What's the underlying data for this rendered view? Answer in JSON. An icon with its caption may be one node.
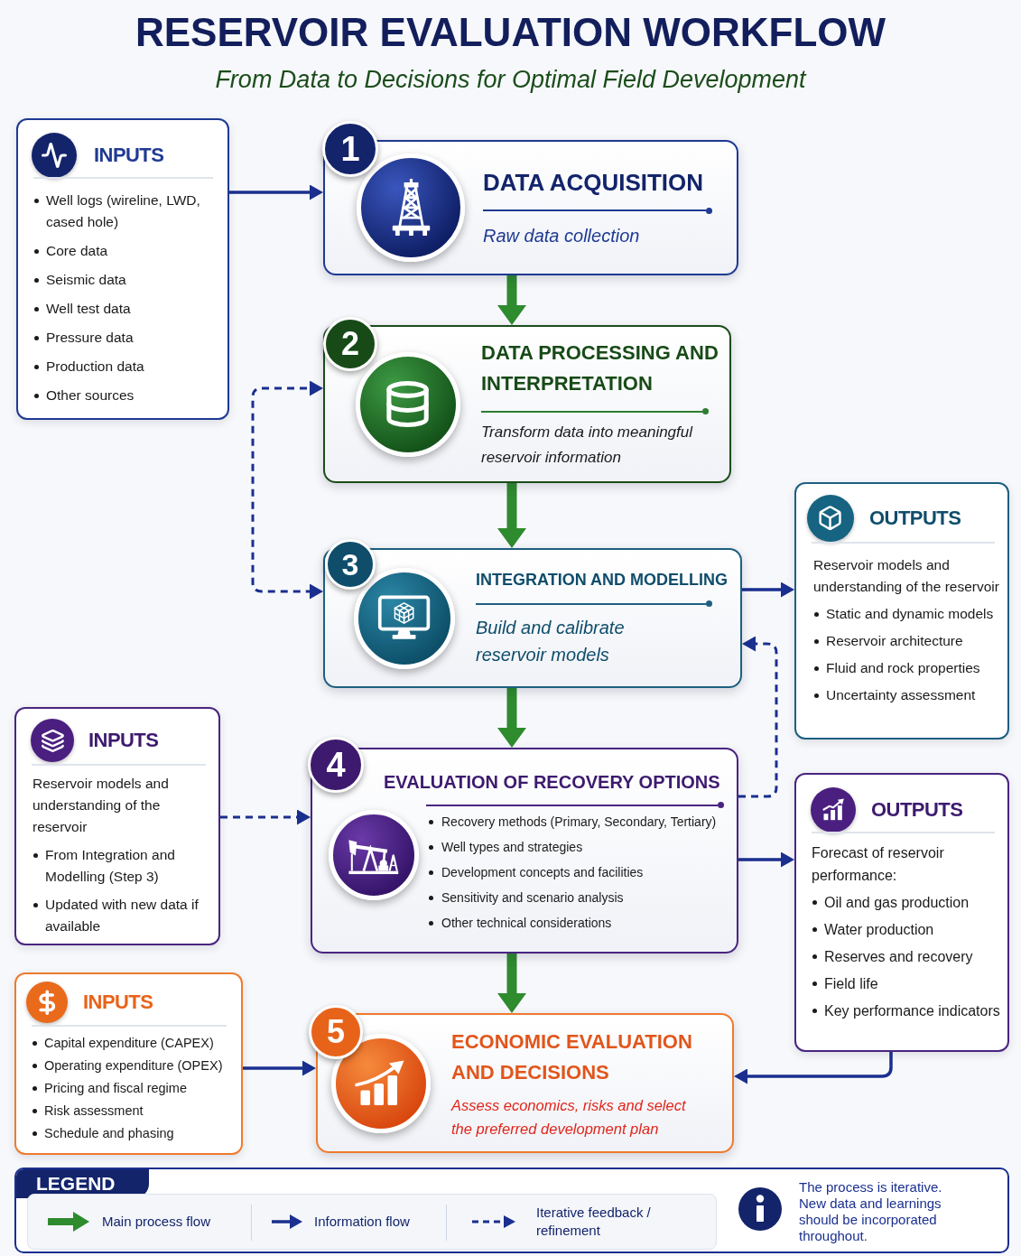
{
  "diagram": {
    "title": "RESERVOIR EVALUATION WORKFLOW",
    "nodes": [
      {
        "text": [
          "INPUTS",
          "Well logs (wireline, LWD, cased hole)",
          "Core data",
          "Seismic data",
          "Well test data",
          "Pressure data",
          "Production data",
          "Other sources"
        ]
      },
      {
        "text": [
          "1"
        ]
      },
      {
        "text": [
          "DATA ACQUISITION",
          "Raw data collection"
        ]
      },
      {
        "text": [
          "2"
        ]
      },
      {
        "text": [
          "DATA PROCESSING AND INTERPRETATION",
          "Transform data into meaningful reservoir information"
        ]
      },
      {
        "text": [
          "3"
        ]
      },
      {
        "text": [
          "INTEGRATION AND MODELLING",
          "Build and calibrate reservoir models"
        ]
      },
      {
        "text": [
          "OUTPUTS",
          "Reservoir models and understanding of the reservoir",
          "Static and dynamic models",
          "Reservoir architecture",
          "Fluid and rock properties",
          "Uncertainty assessment"
        ]
      },
      {
        "text": [
          "INPUTS",
          "Reservoir models and understanding of the reservoir",
          "From Integration and Modelling (Step 3)",
          "Updated with new data if available"
        ]
      },
      {
        "text": [
          "4"
        ]
      },
      {
        "text": [
          "EVALUATION OF RECOVERY OPTIONS",
          "Recovery methods (Primary, Secondary, Tertiary)",
          "Well types and strategies",
          "Development concepts and facilities",
          "Sensitivity and scenario analysis",
          "Other technical considerations"
        ]
      },
      {
        "text": [
          "OUTPUTS",
          "Forecast of reservoir performance:",
          "Oil and gas production",
          "Water production",
          "Reserves and recovery",
          "Field life",
          "Key performance indicators"
        ]
      },
      {
        "text": [
          "INPUTS",
          "Capital expenditure (CAPEX)",
          "Operating expenditure (OPEX)",
          "Pricing and fiscal regime",
          "Risk assessment",
          "Schedule and phasing"
        ]
      },
      {
        "text": [
          "5"
        ]
      },
      {
        "text": [
          "ECONOMIC EVALUATION AND DECISIONS",
          "Assess economics, risks and select the preferred development plan"
        ]
      }
    ],
    "edges": [
      {
        "from": 0,
        "to": 2,
        "arrow": "to"
      },
      {
        "from": 2,
        "to": 4,
        "arrow": "to",
        "style": "thick",
        "color": "#2e8b2e"
      },
      {
        "from": 4,
        "to": 6,
        "arrow": "both",
        "style": "dashed"
      },
      {
        "from": 4,
        "to": 6,
        "arrow": "to",
        "style": "thick",
        "color": "#2e8b2e"
      },
      {
        "from": 6,
        "to": 7,
        "arrow": "to"
      },
      {
        "from": 10,
        "to": 6,
        "arrow": "to",
        "style": "dashed"
      },
      {
        "from": 6,
        "to": 10,
        "arrow": "to",
        "style": "thick",
        "color": "#2e8b2e"
      },
      {
        "from": 8,
        "to": 10,
        "arrow": "to",
        "style": "dashed"
      },
      {
        "from": 10,
        "to": 11,
        "arrow": "to"
      },
      {
        "from": 10,
        "to": 14,
        "arrow": "to",
        "style": "thick",
        "color": "#2e8b2e"
      },
      {
        "from": 12,
        "to": 14,
        "arrow": "to"
      },
      {
        "from": 11,
        "to": 14,
        "arrow": "to"
      }
    ],
    "labels": [
      "From Data to Decisions for Optimal Field Development",
      "LEGEND",
      "The process is iterative. New data and learnings should be incorporated throughout."
    ],
    "legend": [
      {
        "text": "Main process flow"
      },
      {
        "text": "Information flow"
      },
      {
        "text": "Iterative feedback / refinement"
      }
    ]
  }
}
